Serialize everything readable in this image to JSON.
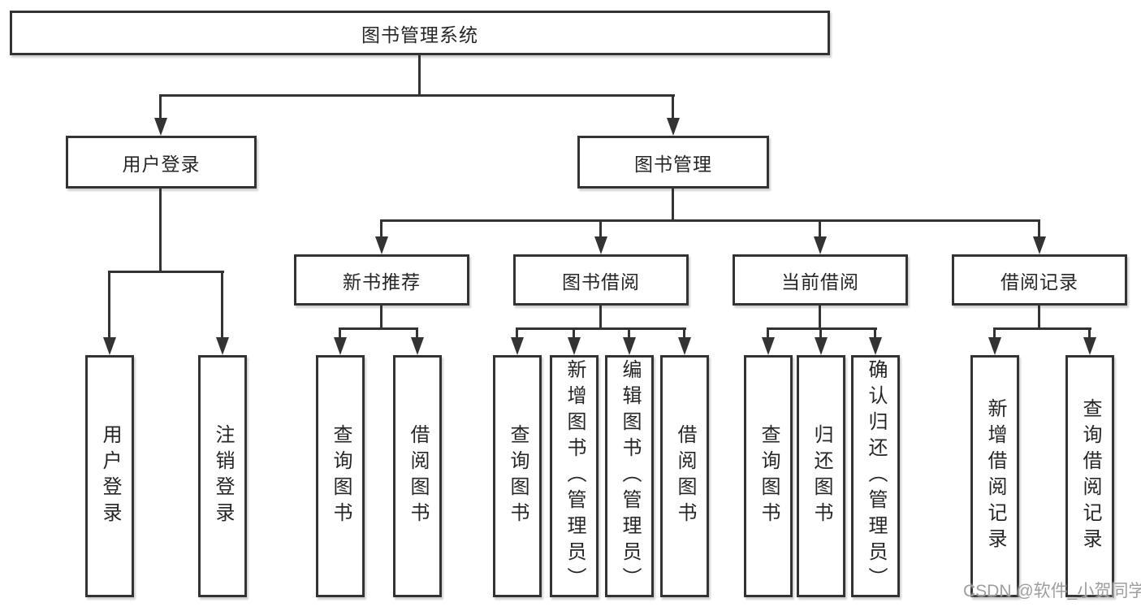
{
  "tree": {
    "label": "图书管理系统",
    "children": [
      {
        "label": "用户登录",
        "children": [
          {
            "label": "用户登录"
          },
          {
            "label": "注销登录"
          }
        ]
      },
      {
        "label": "图书管理",
        "children": [
          {
            "label": "新书推荐",
            "children": [
              {
                "label": "查询图书"
              },
              {
                "label": "借阅图书"
              }
            ]
          },
          {
            "label": "图书借阅",
            "children": [
              {
                "label": "查询图书"
              },
              {
                "label": "新增图书（管理员）"
              },
              {
                "label": "编辑图书（管理员）"
              },
              {
                "label": "借阅图书"
              }
            ]
          },
          {
            "label": "当前借阅",
            "children": [
              {
                "label": "查询图书"
              },
              {
                "label": "归还图书"
              },
              {
                "label": "确认归还（管理员）"
              }
            ]
          },
          {
            "label": "借阅记录",
            "children": [
              {
                "label": "新增借阅记录"
              },
              {
                "label": "查询借阅记录"
              }
            ]
          }
        ]
      }
    ]
  },
  "watermark": {
    "text": "CSDN @软件_小贺同学"
  },
  "colors": {
    "line": "#333333",
    "text": "#262626",
    "box_bg": "#ffffff",
    "page_bg": "#ffffff",
    "watermark": "#9e9e9e"
  }
}
